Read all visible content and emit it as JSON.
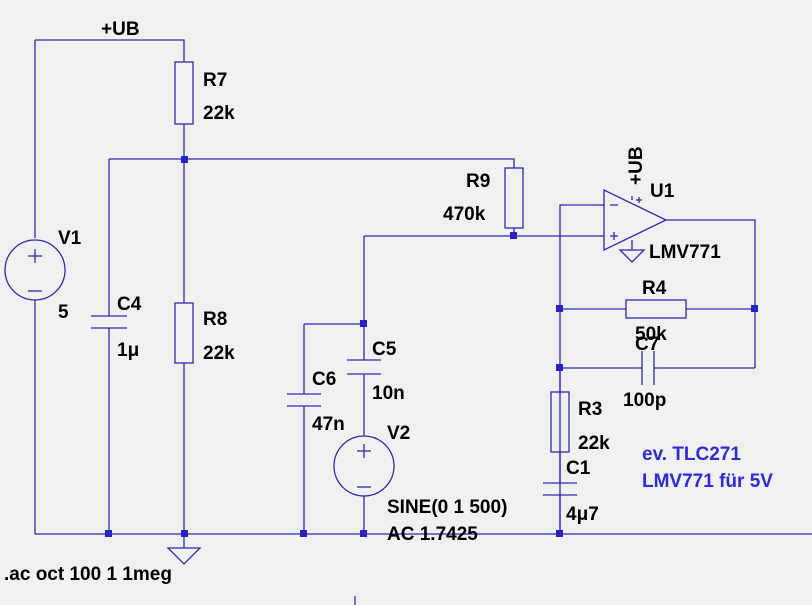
{
  "labels": {
    "supply": "+UB",
    "r7_name": "R7",
    "r7_value": "22k",
    "r8_name": "R8",
    "r8_value": "22k",
    "r9_name": "R9",
    "r9_value": "470k",
    "r4_name": "R4",
    "r4_value": "50k",
    "r3_name": "R3",
    "r3_value": "22k",
    "v1_name": "V1",
    "v1_value": "5",
    "v2_name": "V2",
    "v2_value1": "SINE(0 1 500)",
    "v2_value2": "AC 1.7425",
    "c4_name": "C4",
    "c4_value": "1μ",
    "c5_name": "C5",
    "c5_value": "10n",
    "c6_name": "C6",
    "c6_value": "47n",
    "c7_name": "C7",
    "c7_value": "100p",
    "c1_name": "C1",
    "c1_value": "4μ7",
    "u1_name": "U1",
    "u1_model": "LMV771",
    "u1_supply": "+UB",
    "directive": ".ac oct 100 1 1meg",
    "note_line1": "ev. TLC271",
    "note_line2": "LMV771 für 5V"
  },
  "colors": {
    "wire": "#2b2bb0",
    "note": "#2b2bdc",
    "background": "#f0f0f0"
  }
}
